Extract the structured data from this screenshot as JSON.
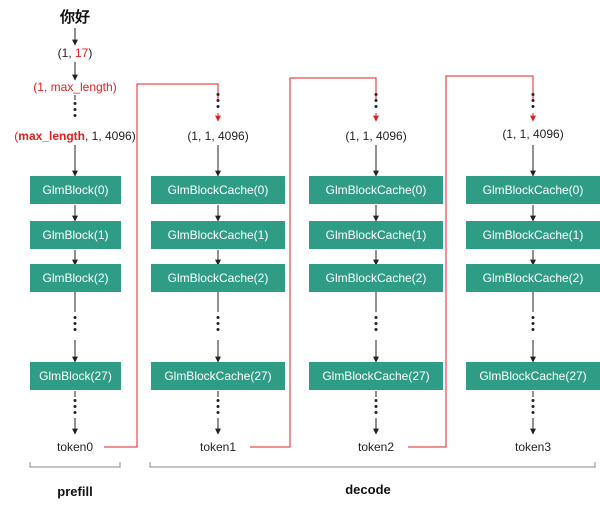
{
  "input_text": "你好",
  "shape1": {
    "pre": "(1, ",
    "val": "17",
    "post": ")"
  },
  "shape2": {
    "pre": "(1, ",
    "val": "max_length",
    "post": ")"
  },
  "shape3": {
    "val": "max_length",
    "post": ", 1, 4096)",
    "pre": "("
  },
  "decode_shape": "(1, 1, 4096)",
  "prefill": {
    "blocks": [
      "GlmBlock(0)",
      "GlmBlock(1)",
      "GlmBlock(2)",
      "GlmBlock(27)"
    ],
    "token": "token0",
    "label": "prefill"
  },
  "decode": {
    "columns": [
      {
        "blocks": [
          "GlmBlockCache(0)",
          "GlmBlockCache(1)",
          "GlmBlockCache(2)",
          "GlmBlockCache(27)"
        ],
        "token": "token1"
      },
      {
        "blocks": [
          "GlmBlockCache(0)",
          "GlmBlockCache(1)",
          "GlmBlockCache(2)",
          "GlmBlockCache(27)"
        ],
        "token": "token2"
      },
      {
        "blocks": [
          "GlmBlockCache(0)",
          "GlmBlockCache(1)",
          "GlmBlockCache(2)",
          "GlmBlockCache(27)"
        ],
        "token": "token3"
      }
    ],
    "label": "decode"
  },
  "colors": {
    "block": "#2f9c86",
    "highlight": "#e02020",
    "arrow": "#222222"
  }
}
